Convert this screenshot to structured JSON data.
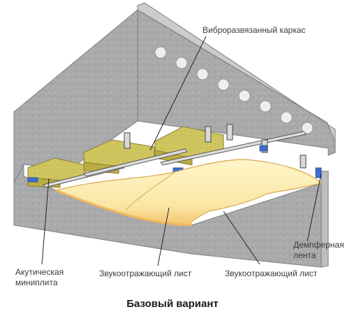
{
  "labels": {
    "vibro_frame": "Виброразвязанный каркас",
    "damper_tape_line1": "Демпферная",
    "damper_tape_line2": "лента",
    "acoustic_wool_line1": "Акутическая",
    "acoustic_wool_line2": "миниплита",
    "sound_sheet_1": "Звукоотражающий лист",
    "sound_sheet_2": "Звукоотражающий лист"
  },
  "caption": "Базовый вариант",
  "colors": {
    "concrete": "#a9aaab",
    "concrete_dark": "#8f9091",
    "mineral_wool": "#cfc55e",
    "mineral_wool_side": "#b9ad45",
    "board": "#fbefb6",
    "board_edge": "#f2b65a",
    "damper_tape": "#3f6fd1",
    "leader": "#222222"
  },
  "icons": [
    "hanger-bracket-icon"
  ]
}
